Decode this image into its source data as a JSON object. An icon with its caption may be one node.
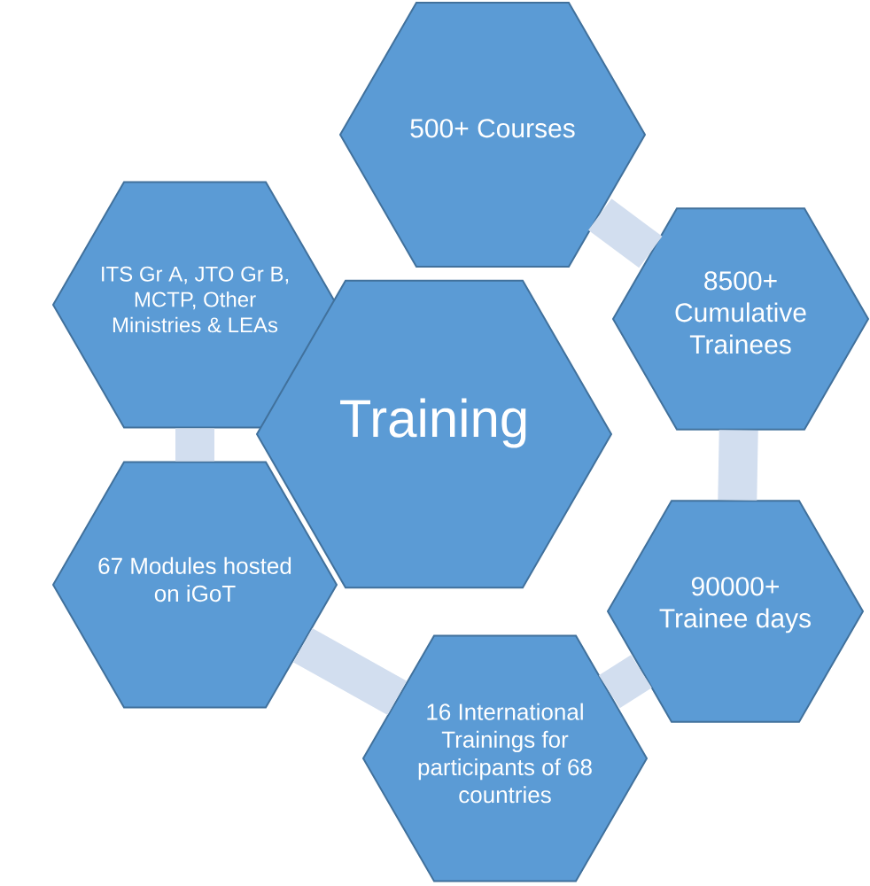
{
  "diagram": {
    "nodes": [
      {
        "text": [
          "500+ Courses"
        ]
      },
      {
        "text": [
          "ITS Gr A, JTO Gr B, MCTP, Other Ministries & LEAs"
        ]
      },
      {
        "text": [
          "8500+ Cumulative Trainees"
        ]
      },
      {
        "text": [
          "Training"
        ]
      },
      {
        "text": [
          "90000+ Trainee days"
        ]
      },
      {
        "text": [
          "67 Modules hosted on iGoT"
        ]
      },
      {
        "text": [
          "16 International Trainings for participants of 68 countries"
        ]
      }
    ],
    "edges": [
      {
        "from": 0,
        "to": 2,
        "arrow": "none"
      },
      {
        "from": 2,
        "to": 4,
        "arrow": "none"
      },
      {
        "from": 4,
        "to": 6,
        "arrow": "none"
      },
      {
        "from": 6,
        "to": 5,
        "arrow": "none"
      },
      {
        "from": 5,
        "to": 1,
        "arrow": "none"
      }
    ]
  }
}
